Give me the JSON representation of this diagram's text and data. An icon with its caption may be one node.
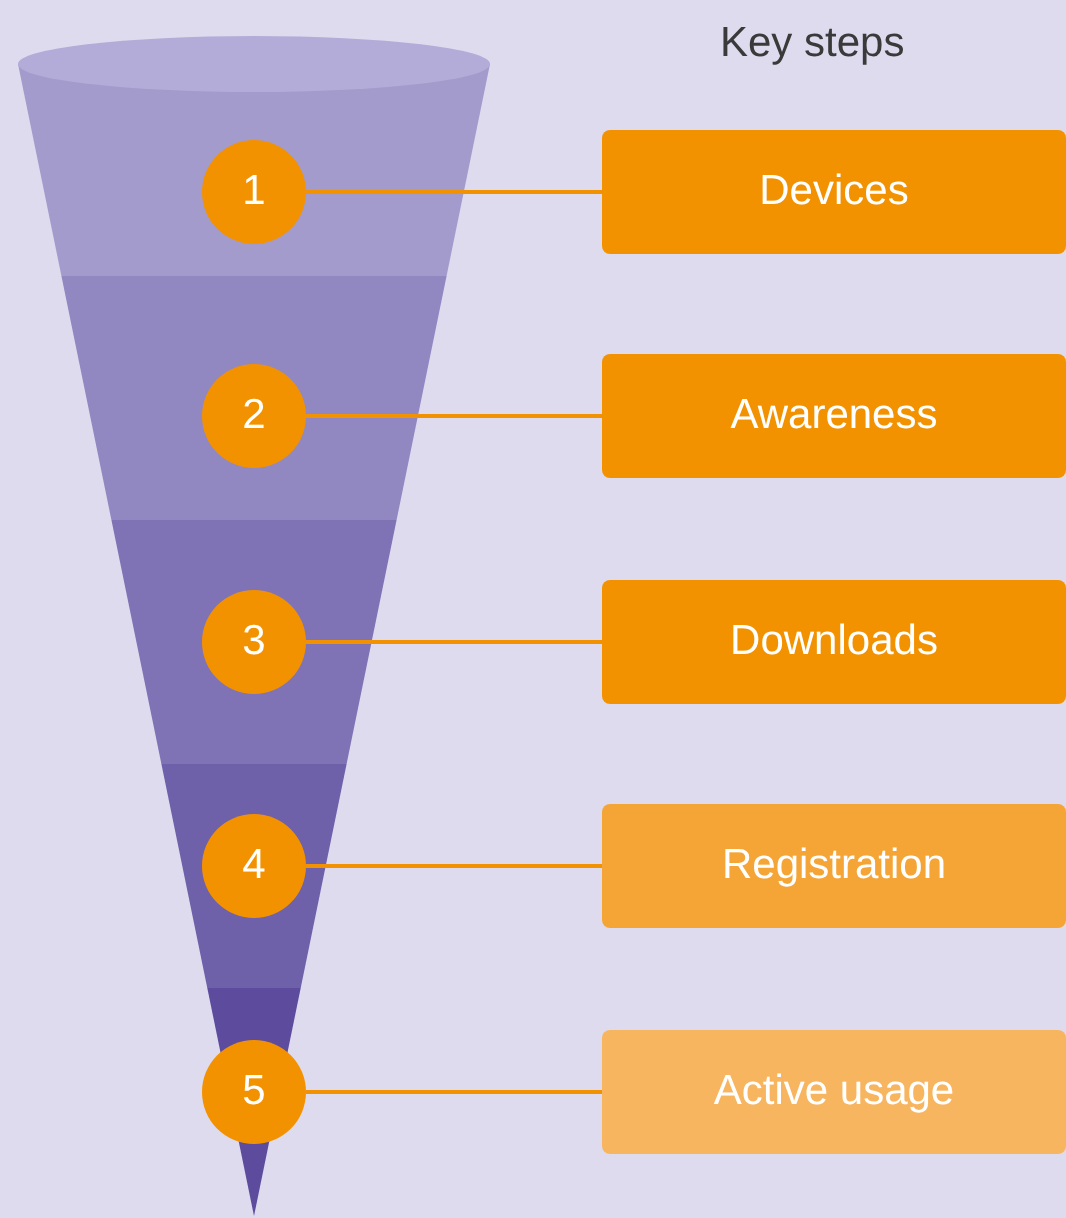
{
  "diagram": {
    "title": "Key steps",
    "nodes": [
      {
        "text": [
          "1"
        ]
      },
      {
        "text": [
          "2"
        ]
      },
      {
        "text": [
          "3"
        ]
      },
      {
        "text": [
          "4"
        ]
      },
      {
        "text": [
          "5"
        ]
      },
      {
        "text": [
          "Devices"
        ]
      },
      {
        "text": [
          "Awareness"
        ]
      },
      {
        "text": [
          "Downloads"
        ]
      },
      {
        "text": [
          "Registration"
        ]
      },
      {
        "text": [
          "Active usage"
        ]
      }
    ],
    "edges": [
      {
        "from": 0,
        "to": 5,
        "arrow": "none"
      },
      {
        "from": 1,
        "to": 6,
        "arrow": "none"
      },
      {
        "from": 2,
        "to": 7,
        "arrow": "none"
      },
      {
        "from": 3,
        "to": 8,
        "arrow": "none"
      },
      {
        "from": 4,
        "to": 9,
        "arrow": "none"
      }
    ]
  }
}
